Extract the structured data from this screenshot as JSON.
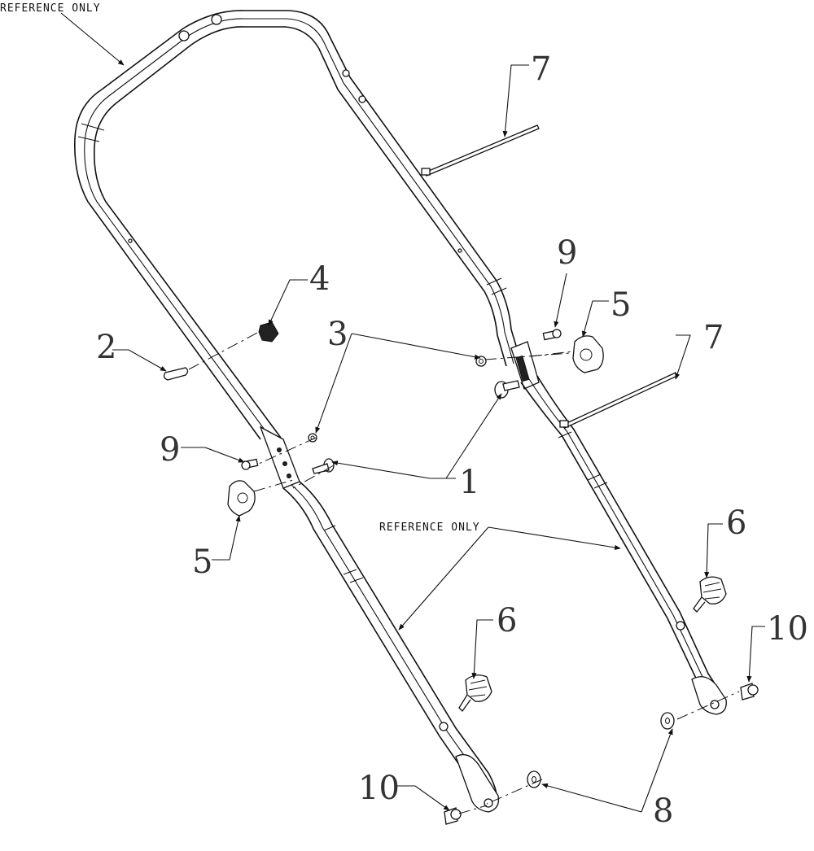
{
  "notes": {
    "reference_top": "REFERENCE ONLY",
    "reference_lower": "REFERENCE ONLY"
  },
  "callouts": {
    "c1": "1",
    "c2": "2",
    "c3": "3",
    "c4": "4",
    "c5_right": "5",
    "c5_left": "5",
    "c6_right": "6",
    "c6_left": "6",
    "c7_top": "7",
    "c7_mid": "7",
    "c8": "8",
    "c9_left": "9",
    "c9_right": "9",
    "c10_right": "10",
    "c10_left": "10"
  },
  "colors": {
    "line": "#111111",
    "label": "#333333",
    "background": "#ffffff"
  }
}
